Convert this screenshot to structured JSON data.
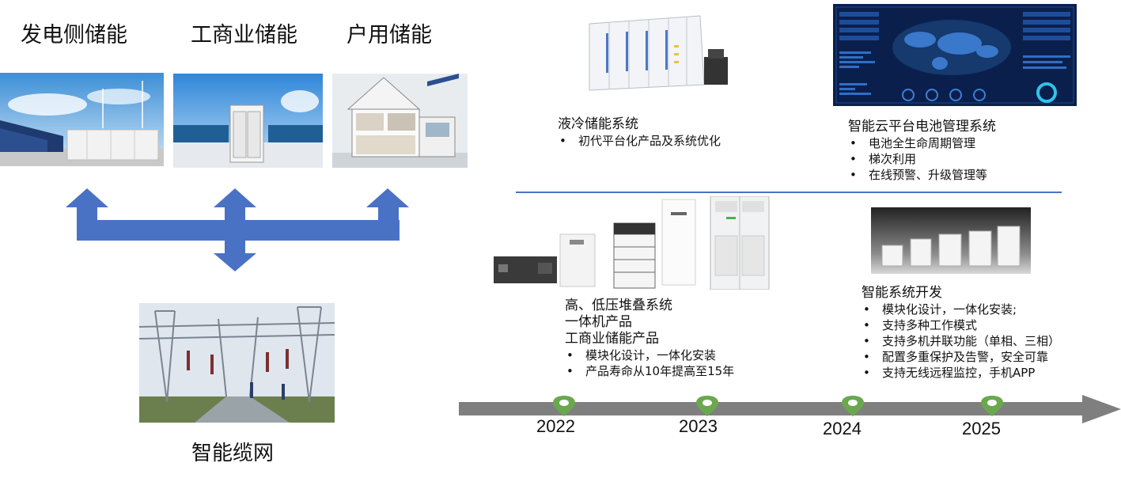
{
  "left": {
    "categories": [
      "发电侧储能",
      "工商业储能",
      "户用储能"
    ],
    "grid_label": "智能缆网"
  },
  "timeline": {
    "years": [
      "2022",
      "2023",
      "2024",
      "2025"
    ],
    "upper_left": {
      "title": "液冷储能系统",
      "bullets": [
        "初代平台化产品及系统优化"
      ]
    },
    "upper_right": {
      "title": "智能云平台电池管理系统",
      "bullets": [
        "电池全生命周期管理",
        "梯次利用",
        "在线预警、升级管理等"
      ]
    },
    "lower_left": {
      "lines": [
        "高、低压堆叠系统",
        "一体机产品",
        "工商业储能产品"
      ],
      "bullets": [
        "模块化设计，一体化安装",
        "产品寿命从10年提高至15年"
      ]
    },
    "lower_right": {
      "title": "智能系统开发",
      "bullets": [
        "模块化设计，一体化安装;",
        "支持多种工作模式",
        "支持多机并联功能（单相、三相）",
        "配置多重保护及告警，安全可靠",
        "支持无线远程监控，手机APP"
      ]
    }
  },
  "colors": {
    "arrow_blue": "#4a72c4",
    "timeline_gray": "#7f7f7f",
    "marker_green": "#6aa84f",
    "dashboard_bg": "#0b1f4d"
  }
}
